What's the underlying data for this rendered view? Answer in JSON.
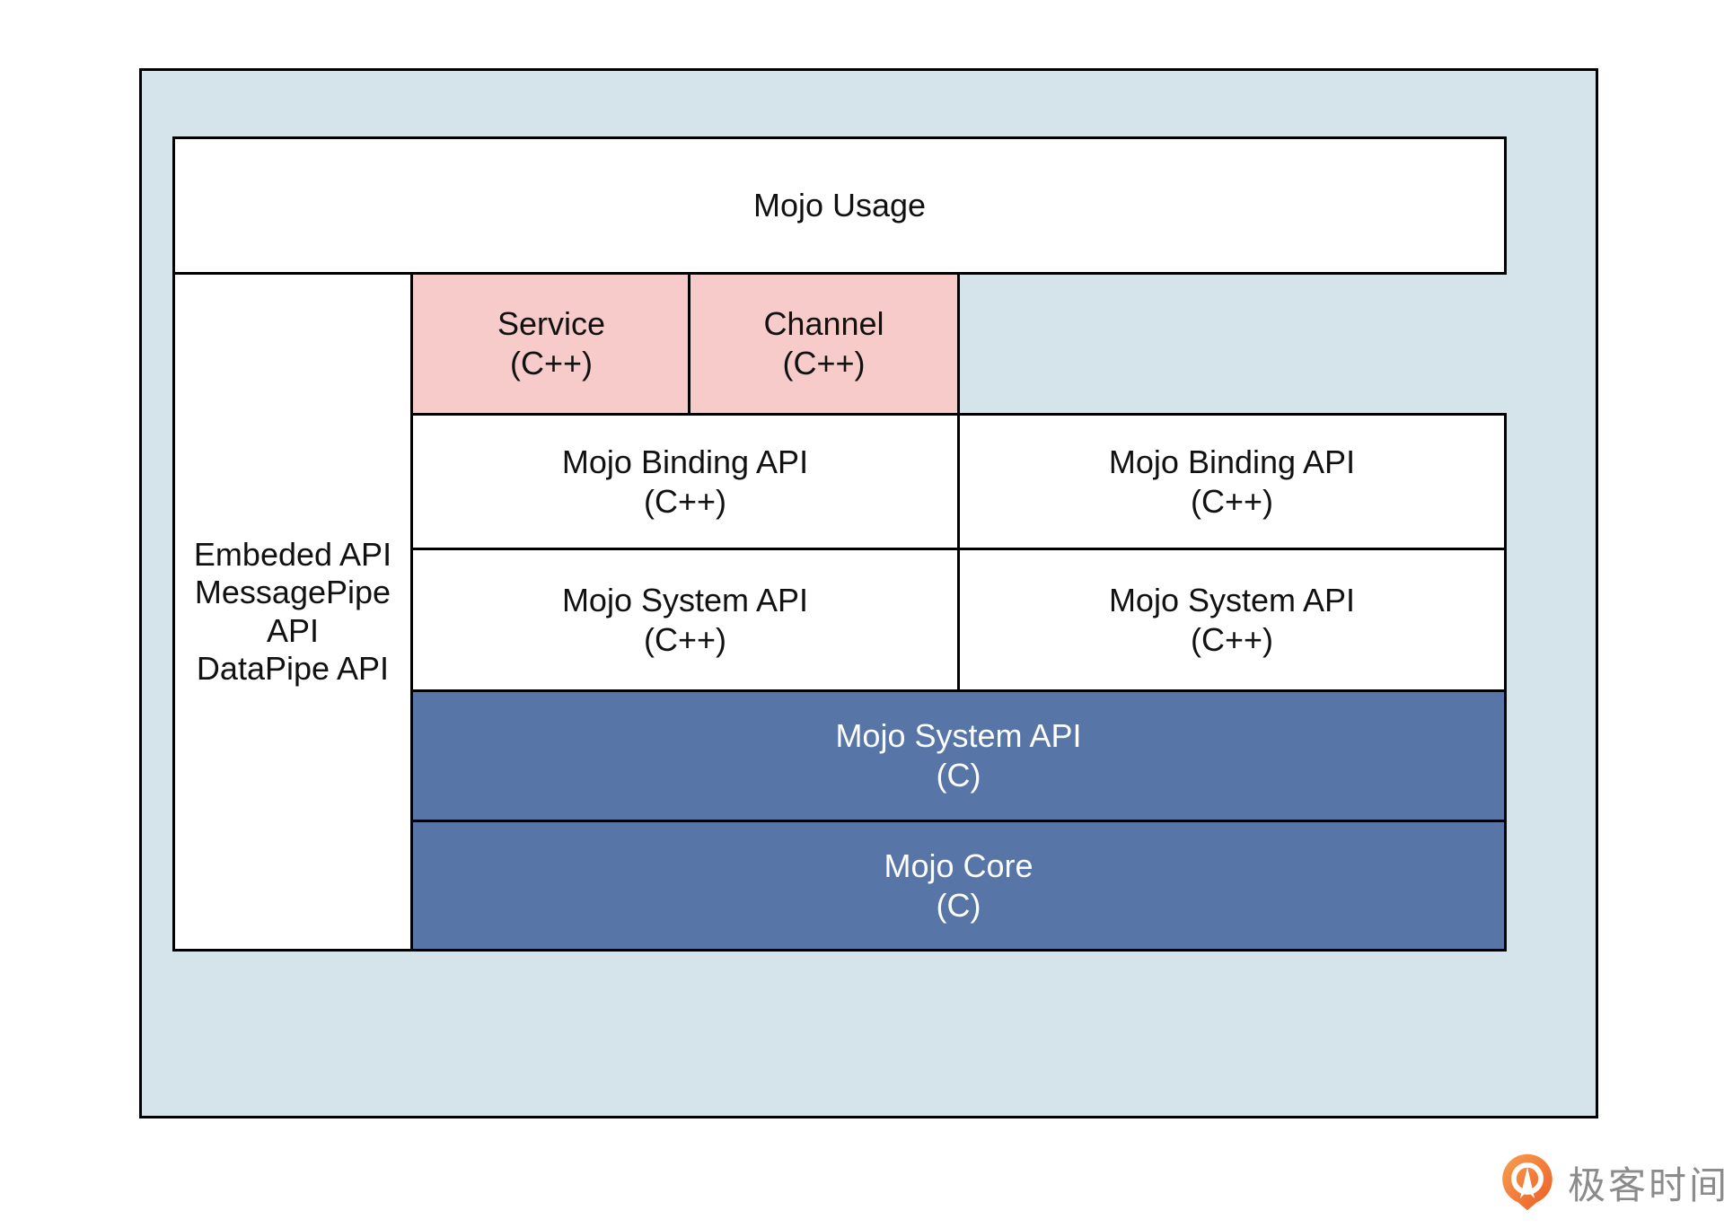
{
  "diagram": {
    "usage": {
      "label": "Mojo Usage"
    },
    "left_column": {
      "line1": "Embeded API",
      "line2": "MessagePipe API",
      "line3": "DataPipe API"
    },
    "service": {
      "title": "Service",
      "lang": "(C++)"
    },
    "channel": {
      "title": "Channel",
      "lang": "(C++)"
    },
    "binding_left": {
      "title": "Mojo Binding API",
      "lang": "(C++)"
    },
    "binding_right": {
      "title": "Mojo Binding API",
      "lang": "(C++)"
    },
    "system_cpp_left": {
      "title": "Mojo System API",
      "lang": "(C++)"
    },
    "system_cpp_right": {
      "title": "Mojo System API",
      "lang": "(C++)"
    },
    "system_c": {
      "title": "Mojo System API",
      "lang": "(C)"
    },
    "core": {
      "title": "Mojo Core",
      "lang": "(C)"
    },
    "colors": {
      "canvas_background": "#d4e4ea",
      "pink_box": "#f6cbc9",
      "blue_box": "#5776a7",
      "border": "#000000",
      "white_box": "#ffffff"
    }
  },
  "footer": {
    "logo_icon": "geektime-pin-icon",
    "brand": "极客时间",
    "brand_orange": "#ee5d26",
    "brand_text_color": "#8b8b8b"
  }
}
